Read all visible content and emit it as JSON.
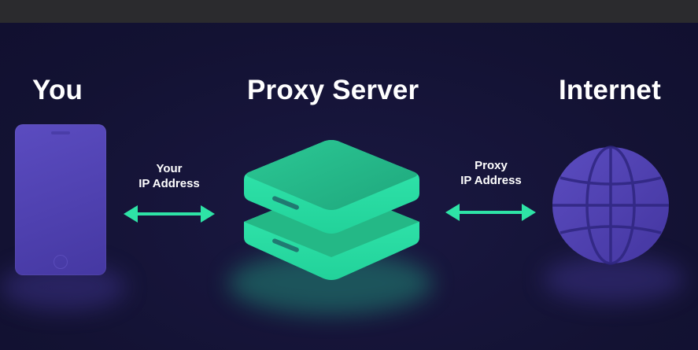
{
  "headings": {
    "you": "You",
    "proxy_server": "Proxy Server",
    "internet": "Internet"
  },
  "captions": {
    "left_line1": "Your",
    "left_line2": "IP Address",
    "right_line1": "Proxy",
    "right_line2": "IP Address"
  },
  "icons": {
    "device": "smartphone-icon",
    "server": "server-stack-icon",
    "internet": "globe-icon",
    "connection": "double-arrow-icon"
  },
  "colors": {
    "background": "#15143a",
    "top_bar": "#2b2b2e",
    "device_purple": "#5346b5",
    "server_green": "#2fe0a5",
    "arrow_green": "#2ee3a6",
    "text": "#ffffff"
  }
}
